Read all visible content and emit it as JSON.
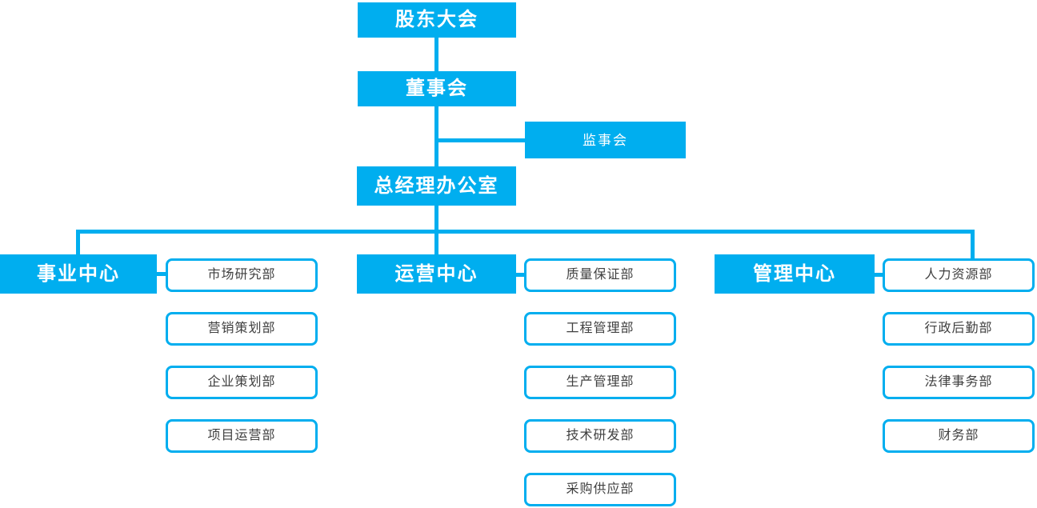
{
  "palette": {
    "accent": "#00AEEF",
    "node_text": "#FFFFFF",
    "dept_text": "#404040",
    "background": "#FFFFFF"
  },
  "org": {
    "shareholders_meeting": "股东大会",
    "board_of_directors": "董事会",
    "supervisory_board": "监事会",
    "gm_office": "总经理办公室",
    "centers": [
      {
        "label": "事业中心",
        "departments": [
          "市场研究部",
          "营销策划部",
          "企业策划部",
          "项目运营部"
        ]
      },
      {
        "label": "运营中心",
        "departments": [
          "质量保证部",
          "工程管理部",
          "生产管理部",
          "技术研发部",
          "采购供应部"
        ]
      },
      {
        "label": "管理中心",
        "departments": [
          "人力资源部",
          "行政后勤部",
          "法律事务部",
          "财务部"
        ]
      }
    ]
  }
}
